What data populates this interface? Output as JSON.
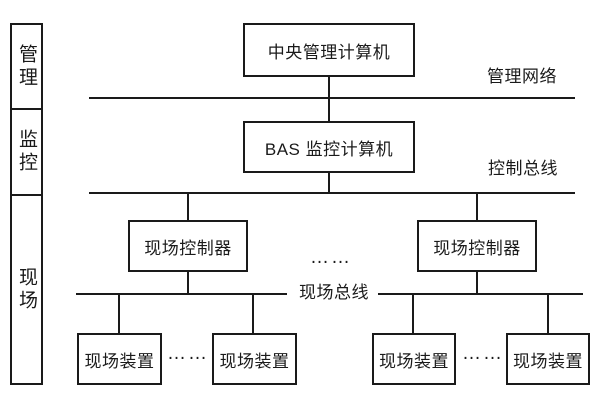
{
  "sidebar": {
    "sections": [
      {
        "label": "管理"
      },
      {
        "label": "监控"
      },
      {
        "label": "现场"
      }
    ]
  },
  "nodes": {
    "central_computer": "中央管理计算机",
    "bas_computer": "BAS 监控计算机",
    "field_controller_left": "现场控制器",
    "field_controller_right": "现场控制器",
    "field_device_1": "现场装置",
    "field_device_2": "现场装置",
    "field_device_3": "现场装置",
    "field_device_4": "现场装置"
  },
  "bus_labels": {
    "management_network": "管理网络",
    "control_bus": "控制总线",
    "field_bus": "现场总线"
  },
  "ellipsis": {
    "controllers": "……",
    "devices_left": "……",
    "devices_right": "……"
  },
  "colors": {
    "line": "#1a1a1a",
    "background": "#ffffff"
  }
}
